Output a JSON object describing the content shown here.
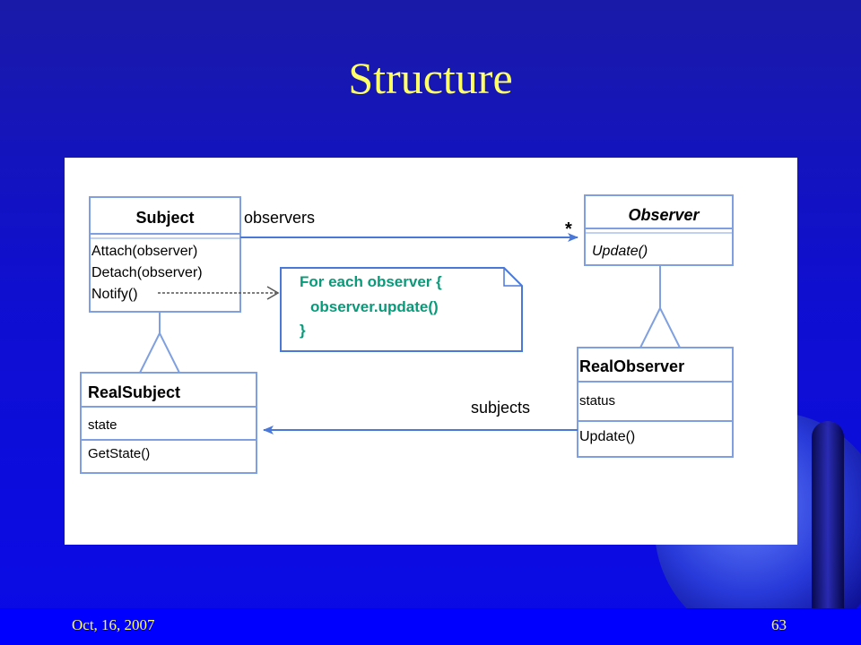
{
  "slide": {
    "title": "Structure",
    "footer_date": "Oct,  16, 2007",
    "page_number": "63"
  },
  "diagram": {
    "subject": {
      "name": "Subject",
      "methods": [
        "Attach(observer)",
        "Detach(observer)",
        "Notify()"
      ]
    },
    "observer": {
      "name": "Observer",
      "methods": [
        "Update()"
      ]
    },
    "real_subject": {
      "name": "RealSubject",
      "attributes": [
        "state"
      ],
      "methods": [
        "GetState()"
      ]
    },
    "real_observer": {
      "name": "RealObserver",
      "attributes": [
        "status"
      ],
      "methods": [
        "Update()"
      ]
    },
    "note": {
      "lines": [
        "For each observer {",
        "observer.update()",
        "}"
      ]
    },
    "associations": {
      "observers_label": "observers",
      "multiplicity": "*",
      "subjects_label": "subjects"
    },
    "colors": {
      "box_border": "#7fa0e0",
      "note_text": "#0a9a7a",
      "title": "#ffff66"
    }
  }
}
